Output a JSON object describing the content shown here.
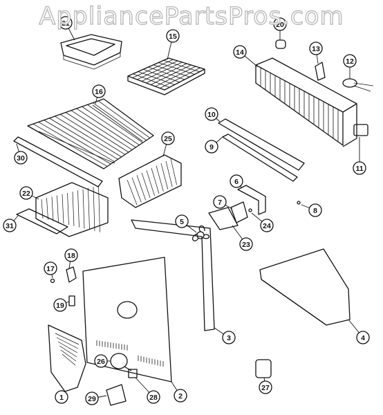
{
  "watermark": "AppliancePartsPros.com",
  "callouts": [
    {
      "id": "1",
      "label": "1"
    },
    {
      "id": "2",
      "label": "2"
    },
    {
      "id": "3",
      "label": "3"
    },
    {
      "id": "4",
      "label": "4"
    },
    {
      "id": "5",
      "label": "5"
    },
    {
      "id": "6",
      "label": "6"
    },
    {
      "id": "7",
      "label": "7"
    },
    {
      "id": "8",
      "label": "8"
    },
    {
      "id": "9",
      "label": "9"
    },
    {
      "id": "10",
      "label": "10"
    },
    {
      "id": "11",
      "label": "11"
    },
    {
      "id": "12",
      "label": "12"
    },
    {
      "id": "13",
      "label": "13"
    },
    {
      "id": "14",
      "label": "14"
    },
    {
      "id": "15",
      "label": "15"
    },
    {
      "id": "16",
      "label": "16"
    },
    {
      "id": "17",
      "label": "17"
    },
    {
      "id": "18",
      "label": "18"
    },
    {
      "id": "19",
      "label": "19"
    },
    {
      "id": "20",
      "label": "20"
    },
    {
      "id": "21",
      "label": "21"
    },
    {
      "id": "22",
      "label": "22"
    },
    {
      "id": "23",
      "label": "23"
    },
    {
      "id": "24",
      "label": "24"
    },
    {
      "id": "25",
      "label": "25"
    },
    {
      "id": "26",
      "label": "26"
    },
    {
      "id": "27",
      "label": "27"
    },
    {
      "id": "28",
      "label": "28"
    },
    {
      "id": "29",
      "label": "29"
    },
    {
      "id": "30",
      "label": "30"
    },
    {
      "id": "31",
      "label": "31"
    }
  ]
}
